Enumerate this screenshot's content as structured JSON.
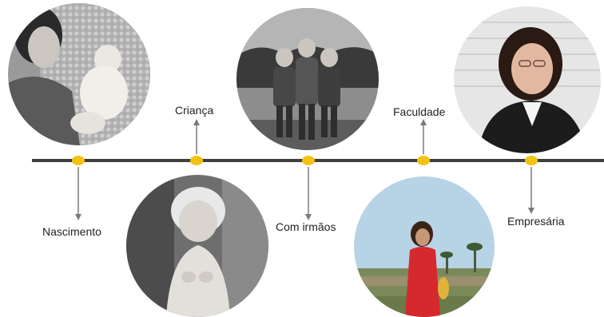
{
  "timeline": {
    "line_color": "#3f3f3f",
    "marker_color": "#f2c313",
    "arrow_color": "#7a7a7a",
    "events": [
      {
        "label": "Nascimento",
        "photo": "baby-with-mother-photo"
      },
      {
        "label": "Criança",
        "photo": "toddler-in-hat-photo"
      },
      {
        "label": "Com irmãos",
        "photo": "three-siblings-photo"
      },
      {
        "label": "Faculdade",
        "photo": "young-woman-in-red-dress-photo"
      },
      {
        "label": "Empresária",
        "photo": "businesswoman-portrait-photo"
      }
    ]
  }
}
